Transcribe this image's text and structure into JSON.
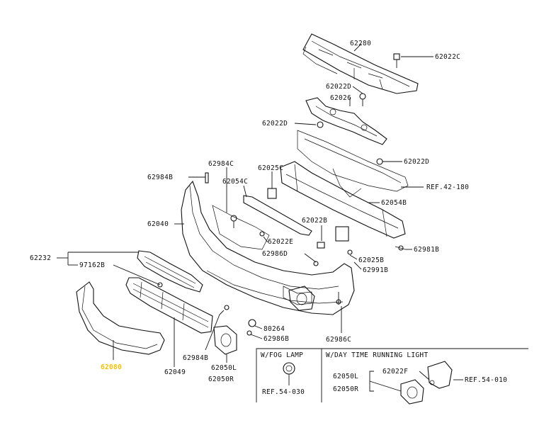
{
  "labels": {
    "p62280": "62280",
    "p62022c": "62022C",
    "p62022d_a": "62022D",
    "p62026": "62026",
    "p62022d_b": "62022D",
    "p62022d_c": "62022D",
    "ref42": "REF.42-180",
    "p62984c": "62984C",
    "p62984b": "62984B",
    "p62025c": "62025C",
    "p62054c": "62054C",
    "p62054b": "62054B",
    "p62040": "62040",
    "p62022b": "62022B",
    "p62022e": "62022E",
    "p62986d": "62986D",
    "p62981b": "62981B",
    "p62025b": "62025B",
    "p62991b": "62991B",
    "p62232": "62232",
    "p97162b": "97162B",
    "p80264": "80264",
    "p62986b": "62986B",
    "p62986c": "62986C",
    "p62080": "62080",
    "p62049": "62049",
    "p62984b2": "62984B",
    "p62050l": "62050L",
    "p62050r": "62050R",
    "fog_title": "W/FOG LAMP",
    "ref54_030": "REF.54-030",
    "drl_title": "W/DAY TIME RUNNING LIGHT",
    "p62050l2": "62050L",
    "p62050r2": "62050R",
    "p62022f": "62022F",
    "ref54_010": "REF.54-010"
  },
  "colors": {
    "highlight": "#f5c000",
    "ink": "#111111"
  }
}
